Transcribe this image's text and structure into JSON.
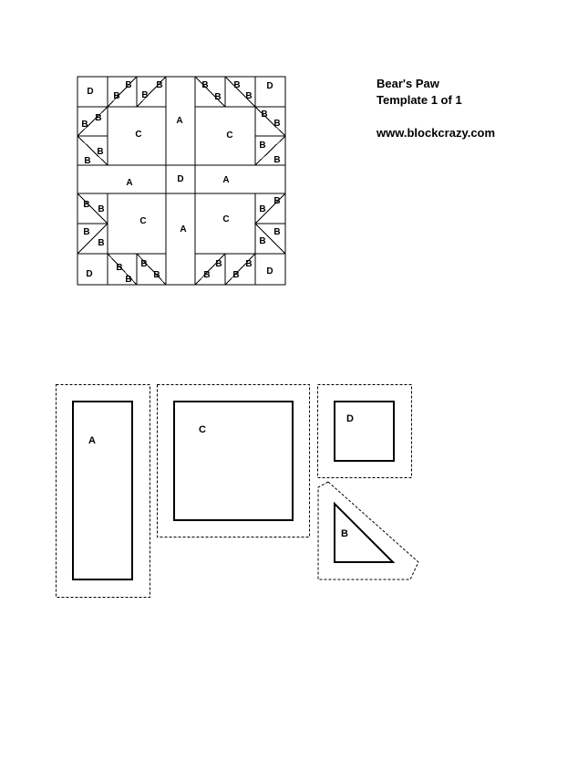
{
  "title": "Bear's Paw",
  "subtitle": "Template 1 of 1",
  "website": "www.blockcrazy.com",
  "block_labels": {
    "a": "A",
    "b": "B",
    "c": "C",
    "d": "D"
  },
  "templates": {
    "a": "A",
    "b": "B",
    "c": "C",
    "d": "D"
  }
}
